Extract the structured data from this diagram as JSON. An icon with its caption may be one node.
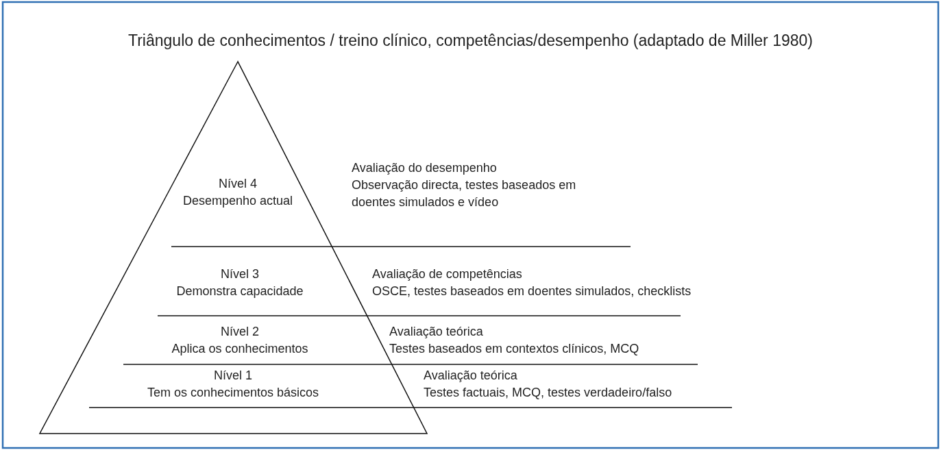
{
  "diagram": {
    "title": "Triângulo de conhecimentos / treino clínico, competências/desempenho (adaptado de Miller 1980)",
    "nodes": [
      {
        "text": [
          "Nível 4",
          "Desempenho actual"
        ],
        "beside": [
          "Avaliação do desempenho",
          "Observação directa, testes baseados em doentes simulados e vídeo"
        ]
      },
      {
        "text": [
          "Nível 3",
          "Demonstra capacidade"
        ],
        "beside": [
          "Avaliação de competências",
          "OSCE, testes baseados em doentes simulados, checklists"
        ]
      },
      {
        "text": [
          "Nível 2",
          "Aplica os conhecimentos"
        ],
        "beside": [
          "Avaliação teórica",
          "Testes baseados em contextos clínicos, MCQ"
        ]
      },
      {
        "text": [
          "Nível 1",
          "Tem os conhecimentos básicos"
        ],
        "beside": [
          "Avaliação teórica",
          "Testes factuais, MCQ, testes verdadeiro/falso"
        ]
      }
    ]
  }
}
